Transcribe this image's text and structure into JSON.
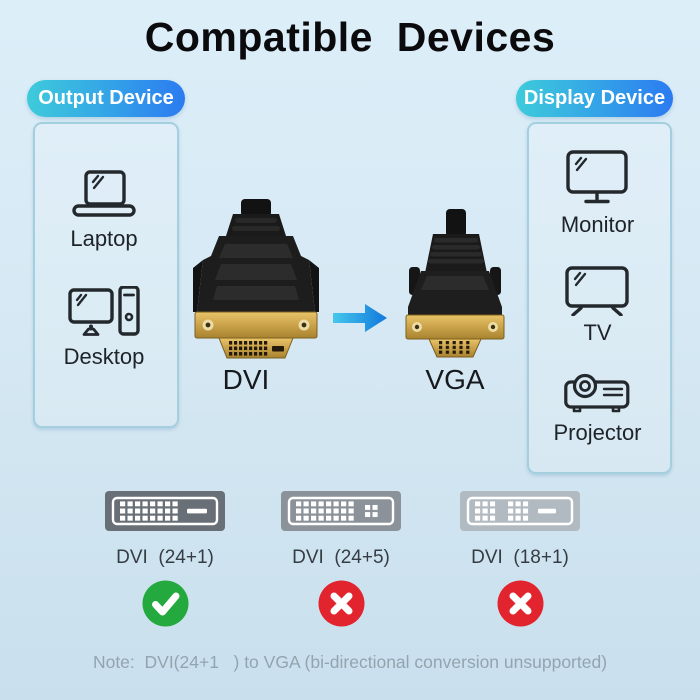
{
  "title": "Compatible  Devices",
  "badges": {
    "output": "Output Device",
    "display": "Display Device"
  },
  "output_panel": {
    "devices": [
      {
        "label": "Laptop",
        "icon": "laptop-icon"
      },
      {
        "label": "Desktop",
        "icon": "desktop-icon"
      }
    ]
  },
  "display_panel": {
    "devices": [
      {
        "label": "Monitor",
        "icon": "monitor-icon"
      },
      {
        "label": "TV",
        "icon": "tv-icon"
      },
      {
        "label": "Projector",
        "icon": "projector-icon"
      }
    ]
  },
  "conversion": {
    "from_label": "DVI",
    "to_label": "VGA",
    "arrow_icon": "arrow-right-icon"
  },
  "compatibility": [
    {
      "label": "DVI  (24+1)",
      "variant": "24+1",
      "supported": true,
      "status_icon": "check-icon"
    },
    {
      "label": "DVI  (24+5)",
      "variant": "24+5",
      "supported": false,
      "status_icon": "cross-icon"
    },
    {
      "label": "DVI  (18+1)",
      "variant": "18+1",
      "supported": false,
      "status_icon": "cross-icon"
    }
  ],
  "note": "Note:  DVI(24+1   ) to VGA (bi-directional conversion unsupported)",
  "colors": {
    "background": "#d8eaf5",
    "badge_gradient_start": "#3ecbda",
    "badge_gradient_end": "#2b7bf0",
    "box_border": "#a3cfdf",
    "arrow_start": "#45c7ec",
    "arrow_end": "#1178dd",
    "check_green": "#24a93e",
    "cross_red": "#e2242e",
    "connector_dark_gray": "#686f77",
    "connector_mid_gray": "#8b9299",
    "connector_light_gray": "#b2bac1",
    "gold": "#caa24a"
  }
}
